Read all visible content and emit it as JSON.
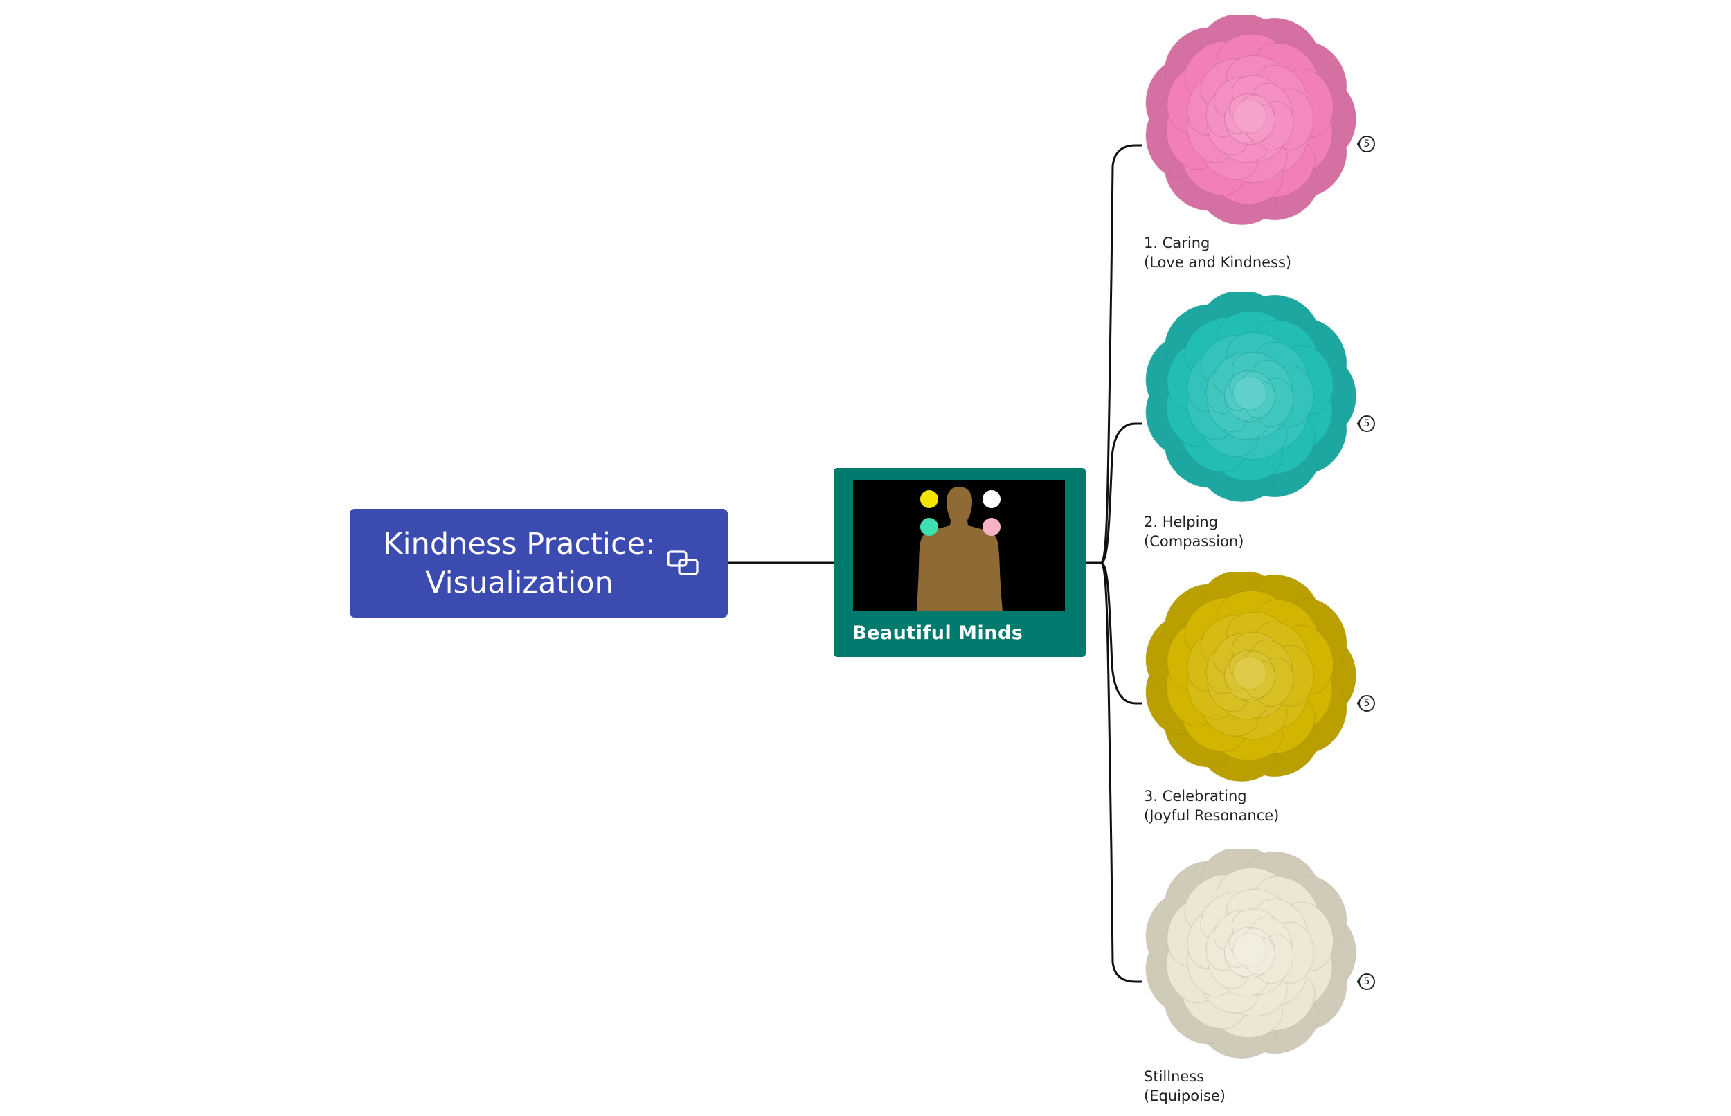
{
  "root": {
    "title_line1": "Kindness Practice:",
    "title_line2": "Visualization",
    "color": "#3b4bb0"
  },
  "center": {
    "label": "Beautiful Minds",
    "color": "#007a6c",
    "image_dots": [
      "#f2e600",
      "#ffffff",
      "#3fe0b0",
      "#f7b2c6"
    ],
    "silhouette_color": "#8f6a35"
  },
  "branches": [
    {
      "line1": "1. Caring",
      "line2": "(Love and Kindness)",
      "flower_color": "#f27fb8",
      "badge": "5"
    },
    {
      "line1": "2. Helping",
      "line2": "(Compassion)",
      "flower_color": "#22beb6",
      "badge": "5"
    },
    {
      "line1": "3. Celebrating",
      "line2": "(Joyful Resonance)",
      "flower_color": "#d2b500",
      "badge": "5"
    },
    {
      "line1": "Stillness",
      "line2": "(Equipoise)",
      "flower_color": "#ece6d2",
      "badge": "5"
    }
  ]
}
